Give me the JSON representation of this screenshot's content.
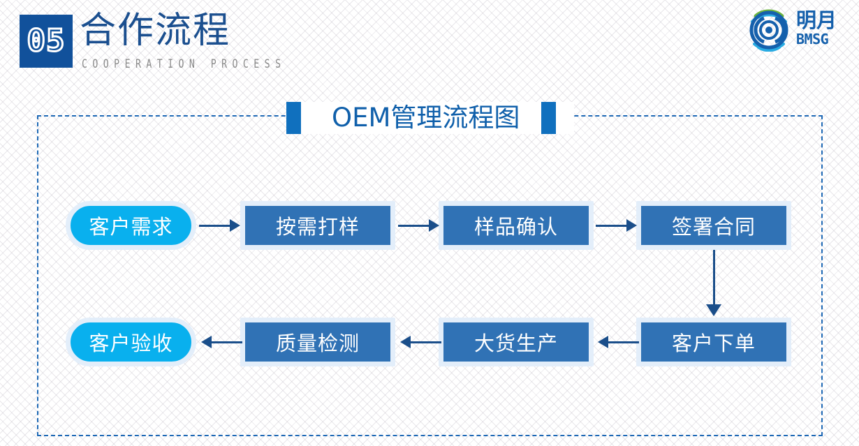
{
  "header": {
    "section_number": "05",
    "title_cn": "合作流程",
    "title_en": "COOPERATION PROCESS"
  },
  "logo": {
    "name_cn": "明月",
    "name_en": "BMSG",
    "mark_icon": "globe-eye-logo-icon",
    "colors": {
      "green": "#6cb33f",
      "light_blue": "#29abe2",
      "dark_blue": "#1560ac"
    }
  },
  "diagram": {
    "title": "OEM管理流程图",
    "accent_color": "#1070be",
    "frame_border_color": "#1d68b5",
    "node_rect_color": "#3072b5",
    "node_pill_color": "#09b0ee",
    "connector_color": "#1a4e8a",
    "nodes": [
      {
        "id": "customer-requirement",
        "label": "客户需求",
        "shape": "pill",
        "row": 1,
        "col": 1
      },
      {
        "id": "sampling-on-demand",
        "label": "按需打样",
        "shape": "rect",
        "row": 1,
        "col": 2
      },
      {
        "id": "sample-confirmation",
        "label": "样品确认",
        "shape": "rect",
        "row": 1,
        "col": 3
      },
      {
        "id": "sign-contract",
        "label": "签署合同",
        "shape": "rect",
        "row": 1,
        "col": 4
      },
      {
        "id": "customer-order",
        "label": "客户下单",
        "shape": "rect",
        "row": 2,
        "col": 4
      },
      {
        "id": "bulk-production",
        "label": "大货生产",
        "shape": "rect",
        "row": 2,
        "col": 3
      },
      {
        "id": "quality-inspection",
        "label": "质量检测",
        "shape": "rect",
        "row": 2,
        "col": 2
      },
      {
        "id": "customer-acceptance",
        "label": "客户验收",
        "shape": "pill",
        "row": 2,
        "col": 1
      }
    ],
    "connections": [
      {
        "from": "customer-requirement",
        "to": "sampling-on-demand",
        "direction": "right"
      },
      {
        "from": "sampling-on-demand",
        "to": "sample-confirmation",
        "direction": "right"
      },
      {
        "from": "sample-confirmation",
        "to": "sign-contract",
        "direction": "right"
      },
      {
        "from": "sign-contract",
        "to": "customer-order",
        "direction": "down"
      },
      {
        "from": "customer-order",
        "to": "bulk-production",
        "direction": "left"
      },
      {
        "from": "bulk-production",
        "to": "quality-inspection",
        "direction": "left"
      },
      {
        "from": "quality-inspection",
        "to": "customer-acceptance",
        "direction": "left"
      }
    ]
  }
}
